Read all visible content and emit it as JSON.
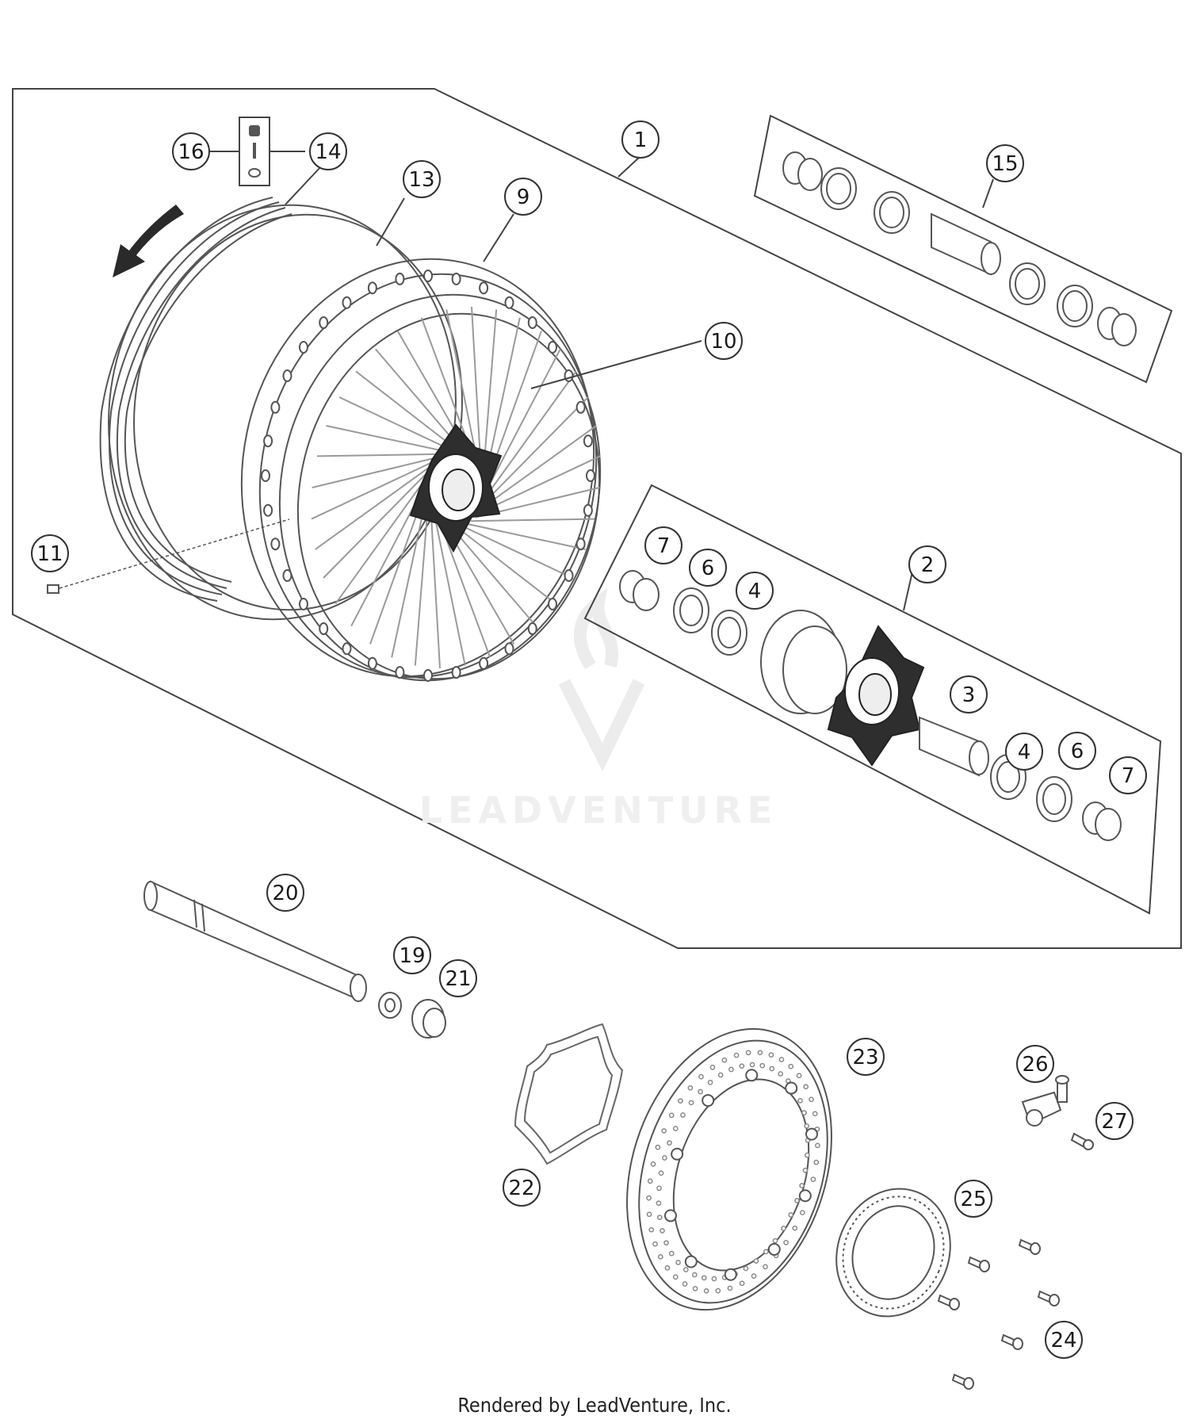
{
  "footer": {
    "text": "Rendered by LeadVenture, Inc."
  },
  "watermark": {
    "text": "LEADVENTURE"
  },
  "colors": {
    "line": "#333333",
    "light": "#8a8a8a",
    "watermark": "#ececec",
    "hub": "#2a2a2a"
  },
  "callouts": {
    "c1": "1",
    "c2": "2",
    "c3": "3",
    "c4a": "4",
    "c4b": "4",
    "c6a": "6",
    "c6b": "6",
    "c7a": "7",
    "c7b": "7",
    "c9": "9",
    "c10": "10",
    "c11": "11",
    "c13": "13",
    "c14": "14",
    "c15": "15",
    "c16": "16",
    "c19": "19",
    "c20": "20",
    "c21": "21",
    "c22": "22",
    "c23": "23",
    "c24": "24",
    "c25": "25",
    "c26": "26",
    "c27": "27"
  }
}
